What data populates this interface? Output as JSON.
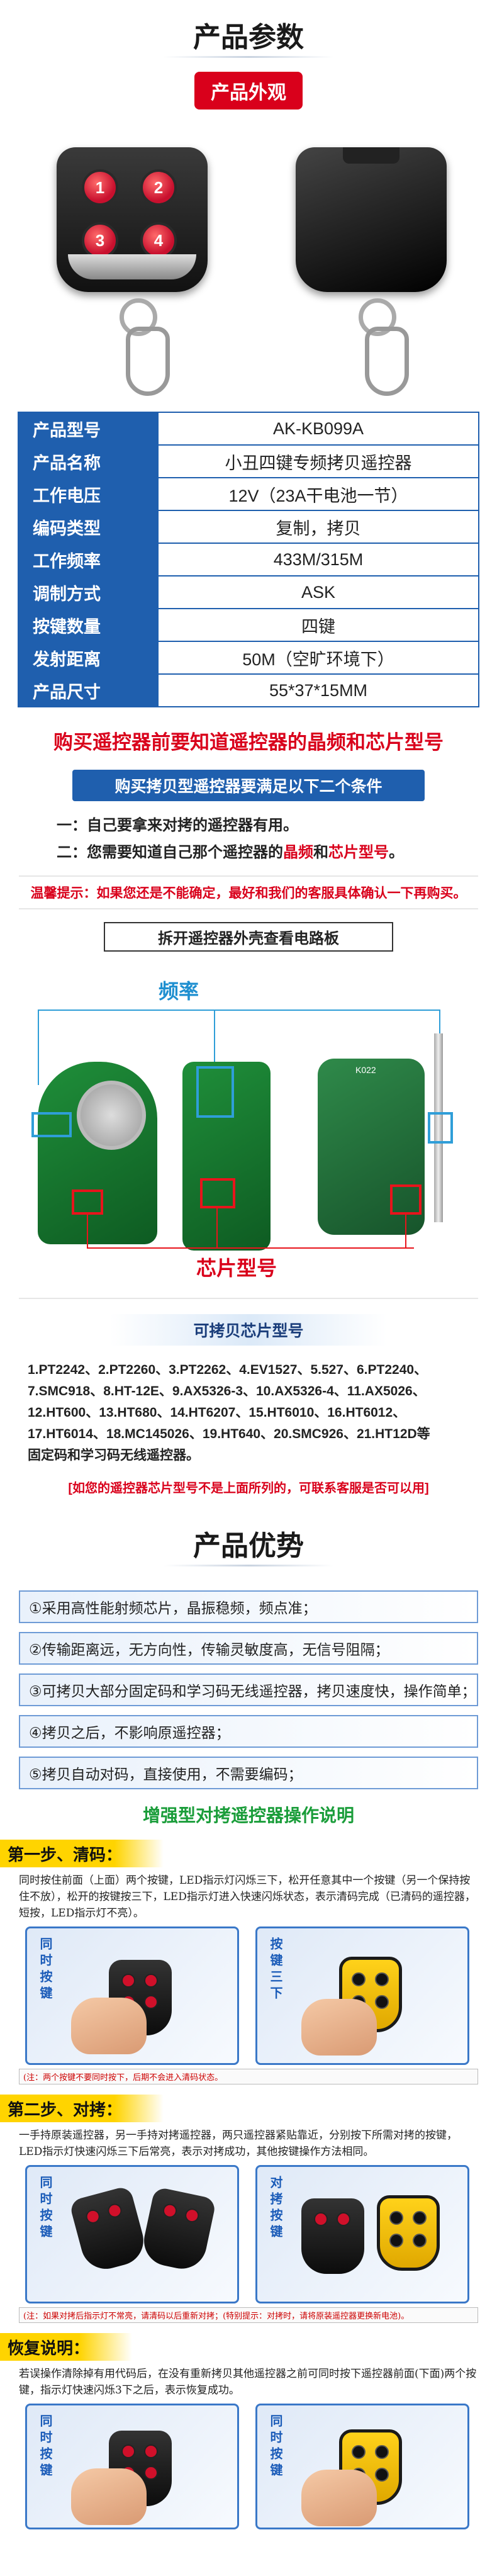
{
  "sec1_title": "产品参数",
  "appearance_pill": "产品外观",
  "remote_buttons": [
    "1",
    "2",
    "3",
    "4"
  ],
  "specs": [
    {
      "k": "产品型号",
      "v": "AK-KB099A"
    },
    {
      "k": "产品名称",
      "v": "小丑四键专频拷贝遥控器"
    },
    {
      "k": "工作电压",
      "v": "12V（23A干电池一节）"
    },
    {
      "k": "编码类型",
      "v": "复制，拷贝"
    },
    {
      "k": "工作频率",
      "v": "433M/315M"
    },
    {
      "k": "调制方式",
      "v": "ASK"
    },
    {
      "k": "按键数量",
      "v": "四键"
    },
    {
      "k": "发射距离",
      "v": "50M（空旷环境下）"
    },
    {
      "k": "产品尺寸",
      "v": "55*37*15MM"
    }
  ],
  "buy_head_a": "购买遥控器前要知道遥控器的",
  "buy_head_b": "晶频",
  "buy_head_c": "和",
  "buy_head_d": "芯片型号",
  "cond_bar": "购买拷贝型遥控器要满足以下二个条件",
  "cond1": "一：自己要拿来对拷的遥控器有用。",
  "cond2_a": "二：您需要知道自己那个遥控器的",
  "cond2_b": "晶频",
  "cond2_c": "和",
  "cond2_d": "芯片型号",
  "cond2_e": "。",
  "tip": "温馨提示：如果您还是不能确定，最好和我们的客服具体确认一下再购买。",
  "disassemble": "拆开遥控器外壳查看电路板",
  "label_freq": "频率",
  "label_chip": "芯片型号",
  "pcb_text": "K022",
  "chips_title": "可拷贝芯片型号",
  "chips_l1": "1.PT2242、2.PT2260、3.PT2262、4.EV1527、5.527、6.PT2240、",
  "chips_l2": "7.SMC918、8.HT-12E、9.AX5326-3、10.AX5326-4、11.AX5026、",
  "chips_l3": "12.HT600、13.HT680、14.HT6207、15.HT6010、16.HT6012、",
  "chips_l4": "17.HT6014、18.MC145026、19.HT640、20.SMC926、21.HT12D等",
  "chips_l5": "固定码和学习码无线遥控器。",
  "chips_note": "[如您的遥控器芯片型号不是上面所列的，可联系客服是否可以用]",
  "sec2_title": "产品优势",
  "adv": [
    "①采用高性能射频芯片，晶振稳频，频点准；",
    "②传输距离远，无方向性，传输灵敏度高，无信号阻隔；",
    "③可拷贝大部分固定码和学习码无线遥控器，拷贝速度快，操作简单；",
    "④拷贝之后，不影响原遥控器；",
    "⑤拷贝自动对码，直接使用，不需要编码；"
  ],
  "op_title": "增强型对拷遥控器操作说明",
  "step1_h": "第一步、清码：",
  "step1_desc": "同时按住前面（上面）两个按键，LED指示灯闪烁三下，松开任意其中一个按键（另一个保持按住不放），松开的按键按三下，LED指示灯进入快速闪烁状态，表示清码完成（已清码的遥控器，短按，LED指示灯不亮）。",
  "step1_vert_a": "同时按键",
  "step1_vert_b": "按键三下",
  "step1_note": "(注：两个按键不要同时按下，后期不会进入清码状态。",
  "step2_h": "第二步、对拷：",
  "step2_desc": "一手持原装遥控器，另一手持对拷遥控器，两只遥控器紧贴靠近，分别按下所需对拷的按键，LED指示灯快速闪烁三下后常亮，表示对拷成功，其他按键操作方法相同。",
  "step2_vert_a": "同时按键",
  "step2_vert_b": "对拷按键",
  "step2_note": "(注：如果对拷后指示灯不常亮，请清码以后重新对拷；(特别提示：对拷时，请将原装遥控器更换新电池)。",
  "restore_h": "恢复说明：",
  "restore_desc": "若误操作清除掉有用代码后，在没有重新拷贝其他遥控器之前可同时按下遥控器前面(下面)两个按键，指示灯快速闪烁3下之后，表示恢复成功。",
  "restore_vert_a": "同时按键",
  "restore_vert_b": "同时按键"
}
